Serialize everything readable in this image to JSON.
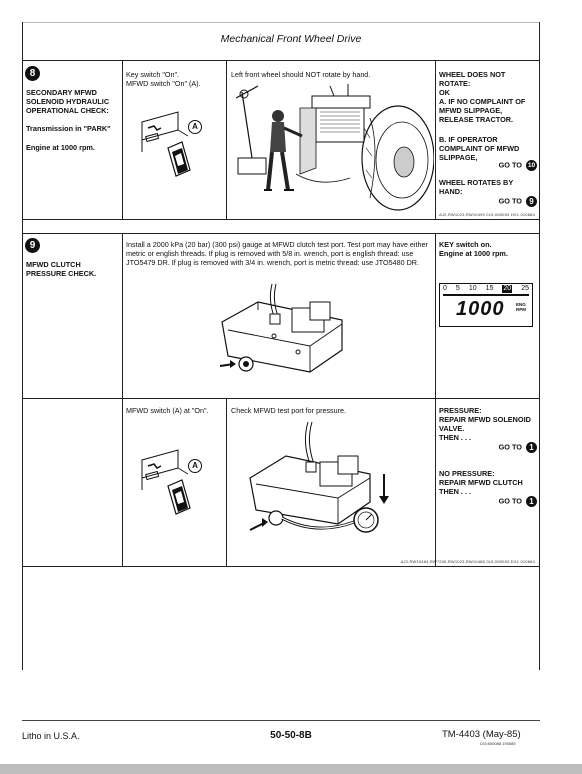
{
  "header": {
    "title": "Mechanical Front Wheel Drive"
  },
  "step8": {
    "number": "8",
    "title": "SECONDARY MFWD SOLENOID HYDRAULIC OPERATIONAL CHECK:",
    "condition1": "Transmission in \"PARK\"",
    "condition2": "Engine at 1000 rpm.",
    "action1": "Key switch \"On\".",
    "action2": "MFWD switch \"On\" (A).",
    "callout": "A",
    "check": "Left front wheel should NOT rotate by hand.",
    "results": {
      "r1": "WHEEL DOES NOT ROTATE:",
      "r2": "OK",
      "r3": "A. IF NO COMPLAINT OF MFWD SLIPPAGE, RELEASE TRACTOR.",
      "r4": "B. IF OPERATOR COMPLAINT OF MFWD SLIPPAGE,",
      "r4_goto": "GO TO",
      "r4_step": "10",
      "r5": "WHEEL ROTATES BY HAND:",
      "r5_goto": "GO TO",
      "r5_step": "9"
    },
    "fig_code": "AJ2,RW1023,RW10490 0L5,050053 HX1 010884"
  },
  "step9": {
    "number": "9",
    "title": "MFWD CLUTCH PRESSURE CHECK.",
    "instruction": "Install a 2000 kPa (20 bar) (300 psi) gauge at MFWD clutch test port. Test port may have either metric or english threads. If plug is removed with 5/8 in. wrench, port is english thread: use JTO5479 DR. If plug is removed with 3/4 in. wrench, port is metric thread: use JTO5480 DR.",
    "key1": "KEY switch on.",
    "key2": "Engine at 1000 rpm.",
    "tach": {
      "scale": [
        "0",
        "5",
        "10",
        "15",
        "20",
        "25"
      ],
      "reading": "1000",
      "unit_top": "ENG",
      "unit_bottom": "RPM"
    },
    "action": "MFWD switch (A) at \"On\".",
    "callout": "A",
    "check": "Check MFWD test port for pressure.",
    "results": {
      "p1": "PRESSURE:",
      "p2": "REPAIR MFWD SOLENOID VALVE.",
      "p3": "THEN . . .",
      "p3_goto": "GO TO",
      "p3_step": "1",
      "n1": "NO PRESSURE:",
      "n2": "REPAIR MFWD CLUTCH",
      "n3": "THEN . . .",
      "n3_goto": "GO TO",
      "n3_step": "1"
    },
    "fig_code": "AJ2,RW10484,RW7206,RW1023,RW10485 0L5,050053 DX1 010884"
  },
  "footer": {
    "left": "Litho in U.S.A.",
    "page": "50-50-8B",
    "manual": "TM-4403 (May-85)",
    "code": "L53;505088 190585"
  }
}
